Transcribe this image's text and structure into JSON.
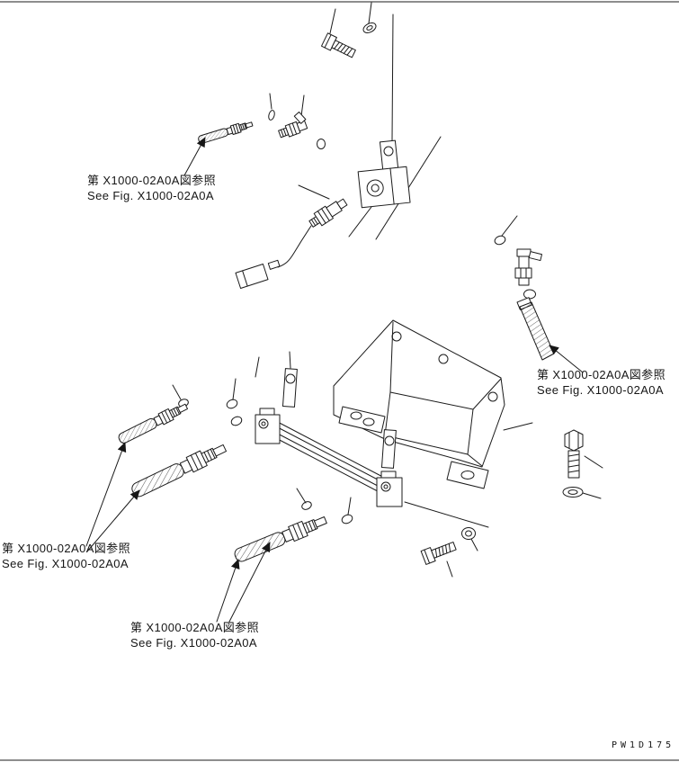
{
  "figure": {
    "references": [
      {
        "id": "upper-left",
        "jp": "第 X1000-02A0A図参照",
        "en": "See Fig. X1000-02A0A"
      },
      {
        "id": "right",
        "jp": "第 X1000-02A0A図参照",
        "en": "See Fig. X1000-02A0A"
      },
      {
        "id": "lower-left",
        "jp": "第 X1000-02A0A図参照",
        "en": "See Fig. X1000-02A0A"
      },
      {
        "id": "bottom",
        "jp": "第 X1000-02A0A図参照",
        "en": "See Fig. X1000-02A0A"
      }
    ],
    "drawing_number": "PW1D175"
  }
}
